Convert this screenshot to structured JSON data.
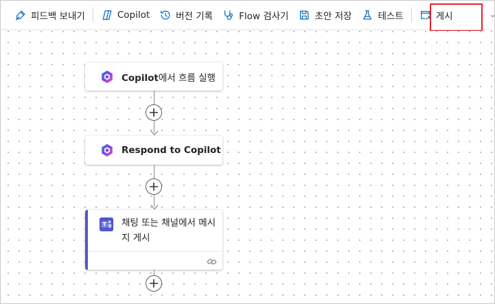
{
  "toolbar": {
    "feedback": "피드백 보내기",
    "copilot": "Copilot",
    "version_history": "버전 기록",
    "flow_checker": "Flow 검사기",
    "save_draft": "초안 저장",
    "test": "테스트",
    "publish": "게시"
  },
  "flow": {
    "steps": [
      {
        "title_bold": "Copilot",
        "title_rest": "에서 흐름 실행",
        "icon": "copilot-icon"
      },
      {
        "title_bold": "Respond to Copilot",
        "title_rest": "",
        "icon": "copilot-icon"
      },
      {
        "title": "채팅 또는 채널에서 메시지 게시",
        "icon": "teams-icon"
      }
    ]
  },
  "colors": {
    "accent": "#0f6cbd",
    "highlight_box": "#e8202a",
    "teams_purple": "#5059c9"
  }
}
